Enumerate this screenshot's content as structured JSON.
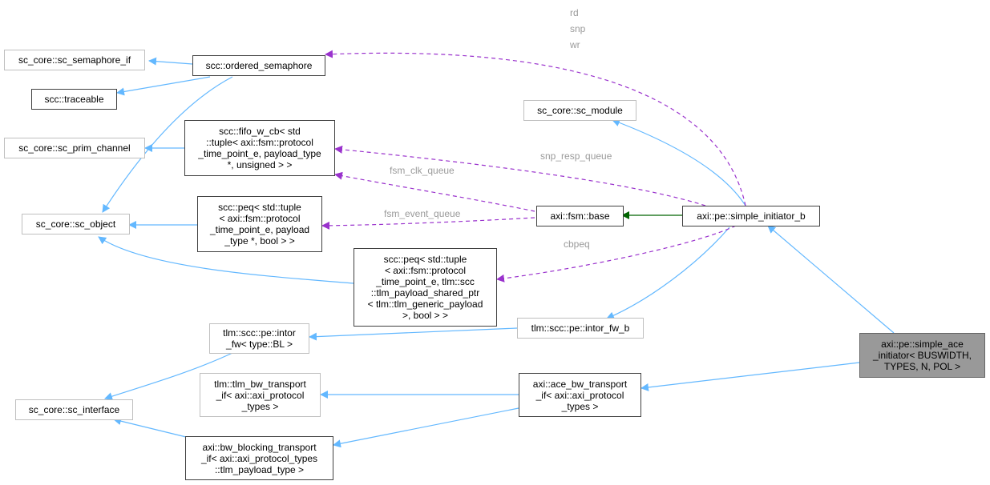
{
  "colors": {
    "inheritance_public": "#63b8ff",
    "inheritance_direct": "#006400",
    "usage": "#9a32cd",
    "label": "#9a9a9a",
    "focus_fill": "#999999"
  },
  "nodes": {
    "sc_semaphore_if": [
      "sc_core::sc_semaphore_if"
    ],
    "ordered_semaphore": [
      "scc::ordered_semaphore"
    ],
    "traceable": [
      "scc::traceable"
    ],
    "sc_prim_channel": [
      "sc_core::sc_prim_channel"
    ],
    "fifo_w_cb": [
      "scc::fifo_w_cb< std",
      "::tuple< axi::fsm::protocol",
      "_time_point_e, payload_type",
      "*, unsigned > >"
    ],
    "sc_module": [
      "sc_core::sc_module"
    ],
    "sc_object": [
      "sc_core::sc_object"
    ],
    "peq_payload": [
      "scc::peq< std::tuple",
      "< axi::fsm::protocol",
      "_time_point_e, payload",
      "_type *, bool > >"
    ],
    "fsm_base": [
      "axi::fsm::base"
    ],
    "simple_initiator_b": [
      "axi::pe::simple_initiator_b"
    ],
    "peq_shared": [
      "scc::peq< std::tuple",
      "< axi::fsm::protocol",
      "_time_point_e, tlm::scc",
      "::tlm_payload_shared_ptr",
      "< tlm::tlm_generic_payload",
      ">, bool > >"
    ],
    "intor_fw_bl": [
      "tlm::scc::pe::intor",
      "_fw< type::BL >"
    ],
    "intor_fw_b": [
      "tlm::scc::pe::intor_fw_b"
    ],
    "simple_ace_initiator": [
      "axi::pe::simple_ace",
      "_initiator< BUSWIDTH,",
      "TYPES, N, POL >"
    ],
    "tlm_bw_transport_if": [
      "tlm::tlm_bw_transport",
      "_if< axi::axi_protocol",
      "_types >"
    ],
    "ace_bw_transport_if": [
      "axi::ace_bw_transport",
      "_if< axi::axi_protocol",
      "_types >"
    ],
    "sc_interface": [
      "sc_core::sc_interface"
    ],
    "bw_blocking_transport_if": [
      "axi::bw_blocking_transport",
      "_if< axi::axi_protocol_types",
      "::tlm_payload_type >"
    ]
  },
  "edge_labels": {
    "rd": "rd",
    "snp": "snp",
    "wr": "wr",
    "snp_resp_queue": "snp_resp_queue",
    "fsm_clk_queue": "fsm_clk_queue",
    "fsm_event_queue": "fsm_event_queue",
    "cbpeq": "cbpeq"
  }
}
